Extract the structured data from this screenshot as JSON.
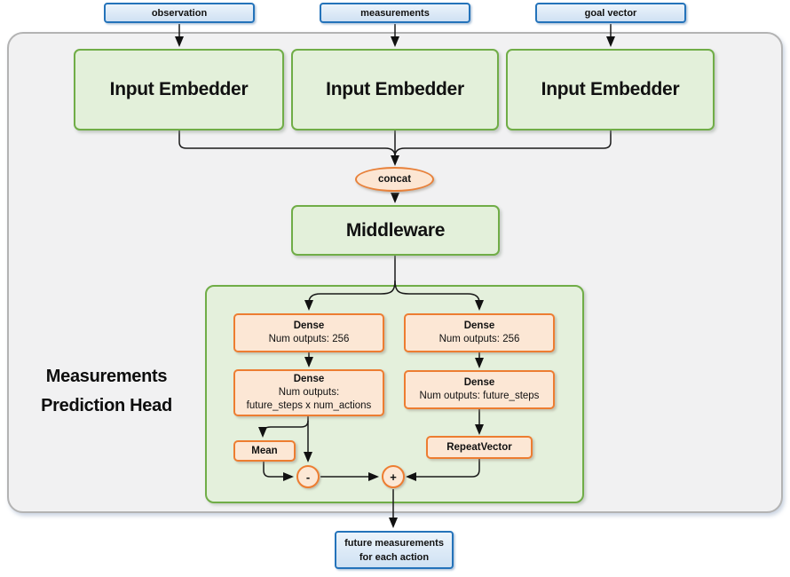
{
  "diagram": {
    "inputs": [
      {
        "label": "observation"
      },
      {
        "label": "measurements"
      },
      {
        "label": "goal vector"
      }
    ],
    "embedders": [
      {
        "label": "Input Embedder"
      },
      {
        "label": "Input Embedder"
      },
      {
        "label": "Input Embedder"
      }
    ],
    "concat": {
      "label": "concat"
    },
    "middleware": {
      "label": "Middleware"
    },
    "head": {
      "title_line1": "Measurements",
      "title_line2": "Prediction Head"
    },
    "dense": {
      "left1": {
        "title": "Dense",
        "line1": "Num outputs: 256"
      },
      "right1": {
        "title": "Dense",
        "line1": "Num outputs: 256"
      },
      "left2": {
        "title": "Dense",
        "line1": "Num outputs:",
        "line2": "future_steps x num_actions"
      },
      "right2": {
        "title": "Dense",
        "line1": "Num outputs: future_steps"
      }
    },
    "ops": {
      "mean": "Mean",
      "repeat_vector": "RepeatVector",
      "minus": "-",
      "plus": "+"
    },
    "output": {
      "line1": "future measurements",
      "line2": "for each action"
    },
    "colors": {
      "green_border": "#70AD47",
      "green_fill": "#E3F0DA",
      "orange_border": "#ED7D31",
      "orange_fill": "#FCE7D5",
      "blue_border": "#2473BA",
      "blue_fill": "#DCE9F7",
      "container_fill": "#F1F1F2",
      "container_border": "#B3B3B3"
    }
  }
}
